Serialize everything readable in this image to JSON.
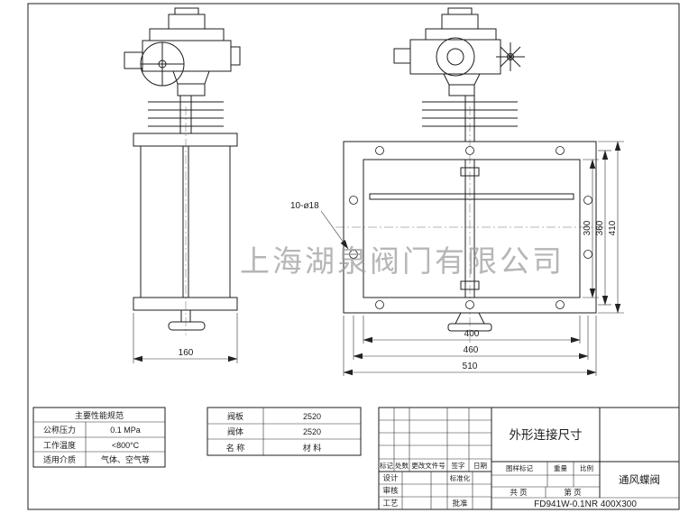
{
  "company_watermark": "上海湖泉阀门有限公司",
  "callouts": {
    "bolt_holes": "10-ø18",
    "dim_body_depth": "160",
    "dim_opening_width": "400",
    "dim_bolt_width": "460",
    "dim_flange_width": "510",
    "dim_opening_height": "300",
    "dim_bolt_height": "360",
    "dim_flange_height": "410"
  },
  "spec_table": {
    "title": "主要性能规范",
    "rows": [
      {
        "label": "公称压力",
        "value": "0.1 MPa"
      },
      {
        "label": "工作温度",
        "value": "<800°C"
      },
      {
        "label": "适用介质",
        "value": "气体、空气等"
      }
    ]
  },
  "material_table": {
    "rows": [
      {
        "name": "阀板",
        "material": "2520"
      },
      {
        "name": "阀体",
        "material": "2520"
      }
    ],
    "header": {
      "name": "名  称",
      "material": "材  料"
    }
  },
  "title_block": {
    "drawing_title": "外形连接尺寸",
    "product_name": "通风蝶阀",
    "model_code": "FD941W-0.1NR 400X300",
    "revision_headers": {
      "mark": "标记",
      "count": "处数",
      "file_no": "更改文件号",
      "signature": "签字",
      "date": "日期"
    },
    "roles": {
      "design": "设计",
      "review": "审核",
      "process": "工艺",
      "standardization": "标准化",
      "approval": "批准"
    },
    "info_headers": {
      "drawing_mark": "图样标记",
      "weight": "重量",
      "scale": "比例"
    },
    "pages": {
      "total": "共  页",
      "current": "第  页"
    }
  }
}
